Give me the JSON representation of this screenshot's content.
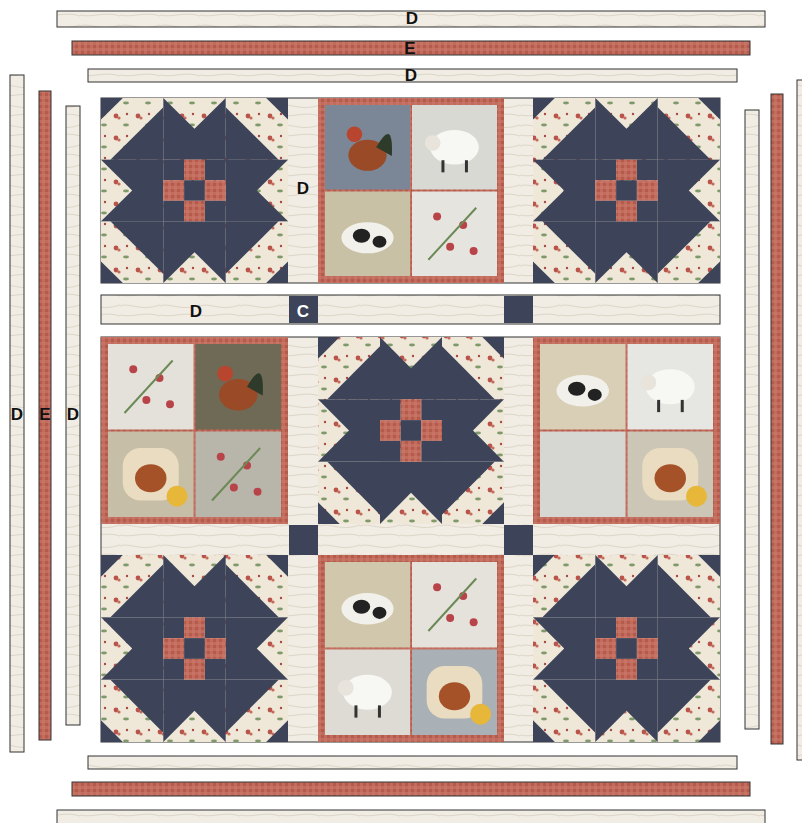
{
  "diagram": {
    "labels": [
      "D",
      "E",
      "D",
      "D",
      "E",
      "D",
      "D",
      "D",
      "C"
    ]
  }
}
